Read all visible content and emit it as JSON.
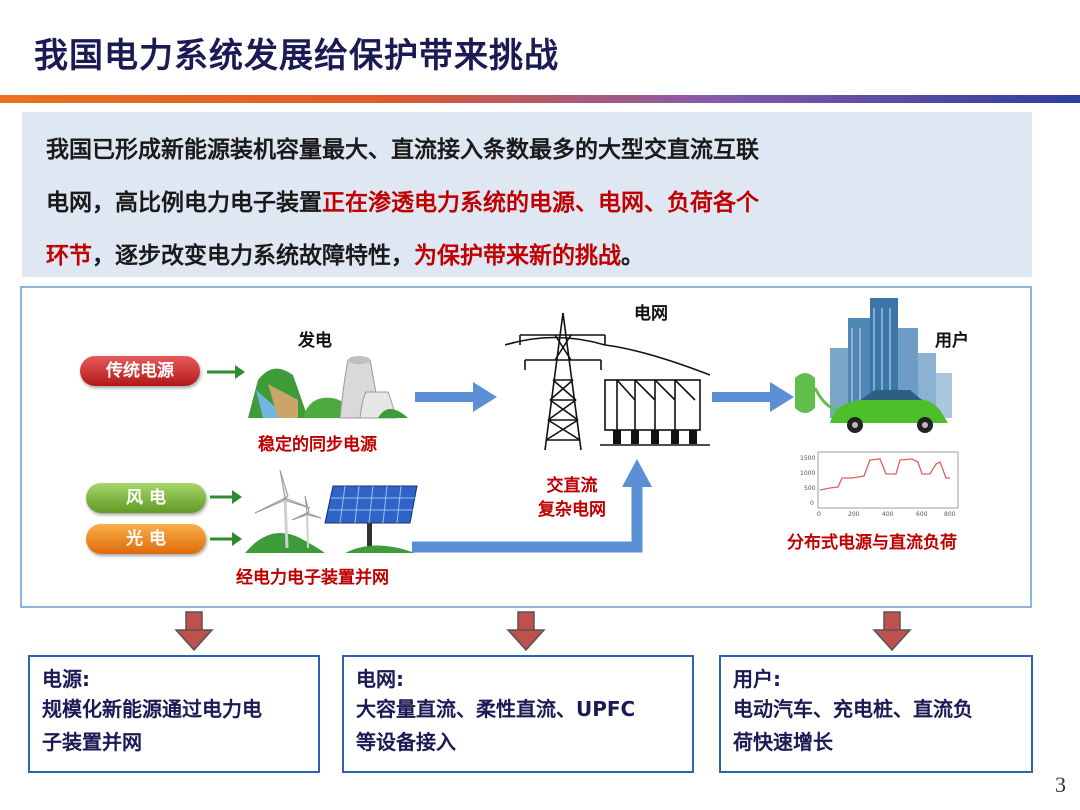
{
  "title": "我国电力系统发展给保护带来挑战",
  "intro": {
    "line1": "我国已形成新能源装机容量最大、直流接入条数最多的大型交直流互联",
    "line2_black": "电网，高比例电力电子装置",
    "line2_red": "正在渗透电力系统的电源、电网、负荷各个",
    "line3_red": "环节",
    "line3_black": "，逐步改变电力系统故障特性，",
    "line3_red2": "为保护带来新的挑战",
    "line3_end": "。"
  },
  "diagram": {
    "pills": {
      "traditional": "传统电源",
      "wind": "风 电",
      "solar": "光 电"
    },
    "generation_label": "发电",
    "stable_label": "稳定的同步电源",
    "grid_label": "电网",
    "grid_caption_1": "交直流",
    "grid_caption_2": "复杂电网",
    "power_electronics_label": "经电力电子装置并网",
    "user_label": "用户",
    "user_caption": "分布式电源与直流负荷",
    "mini_chart": {
      "y_ticks": [
        "1500",
        "1000",
        "500",
        "0"
      ],
      "x_ticks": [
        "0",
        "200",
        "400",
        "600",
        "800"
      ]
    }
  },
  "boxes": [
    {
      "heading": "电源:",
      "line1": "规模化新能源通过电力电",
      "line2": "子装置并网"
    },
    {
      "heading": "电网:",
      "line1": "大容量直流、柔性直流、UPFC",
      "line2": "等设备接入"
    },
    {
      "heading": "用户:",
      "line1": "电动汽车、充电桩、直流负",
      "line2": "荷快速增长"
    }
  ],
  "page_number": "3",
  "colors": {
    "accent_red": "#c00000",
    "title_navy": "#1a1a55",
    "box_border": "#2c63b0",
    "arrow_blue": "#5b8fd6"
  }
}
